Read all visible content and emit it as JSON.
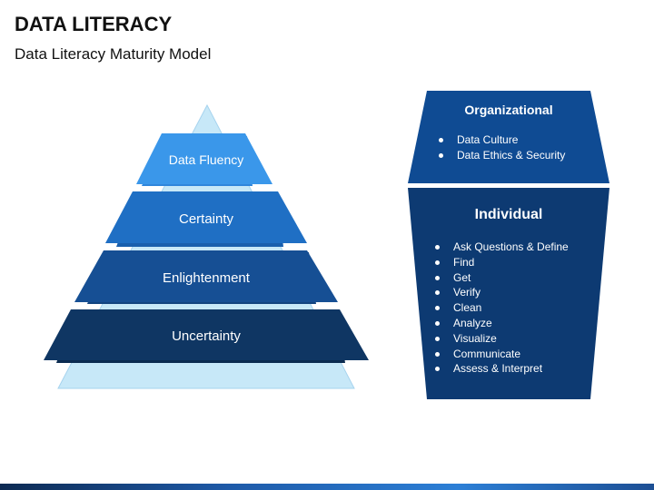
{
  "header": {
    "title": "DATA LITERACY",
    "subtitle": "Data Literacy Maturity Model"
  },
  "pyramid": {
    "tiers": [
      {
        "label": "Data Fluency",
        "color": "#3a97ea"
      },
      {
        "label": "Certainty",
        "color": "#1f6fc4"
      },
      {
        "label": "Enlightenment",
        "color": "#164f94"
      },
      {
        "label": "Uncertainty",
        "color": "#0f3663"
      }
    ],
    "background_color": "#c7e8f8"
  },
  "organizational": {
    "heading": "Organizational",
    "items": [
      "Data Culture",
      "Data Ethics & Security"
    ],
    "color": "#0f4b93"
  },
  "individual": {
    "heading": "Individual",
    "items": [
      "Ask Questions & Define",
      "Find",
      "Get",
      "Verify",
      "Clean",
      "Analyze",
      "Visualize",
      "Communicate",
      "Assess & Interpret"
    ],
    "color": "#0d3a72"
  }
}
